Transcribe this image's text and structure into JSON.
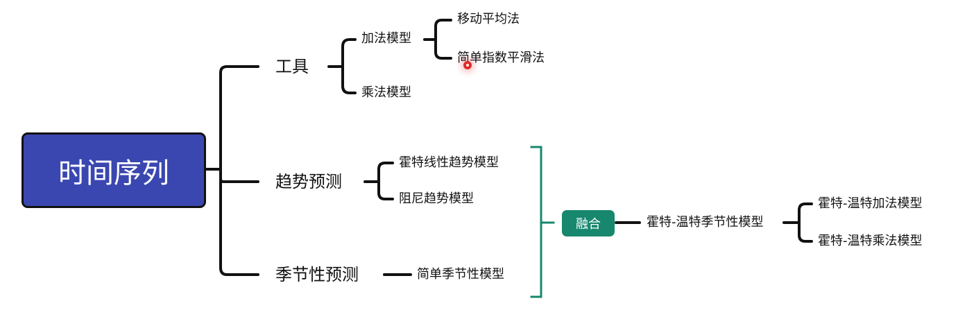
{
  "root": "时间序列",
  "branches": {
    "tools": "工具",
    "trend": "趋势预测",
    "seasonal": "季节性预测"
  },
  "tools": {
    "additive": "加法模型",
    "multiplicative": "乘法模型",
    "moving_average": "移动平均法",
    "simple_exp_smoothing": "简单指数平滑法"
  },
  "trend": {
    "holt_linear": "霍特线性趋势模型",
    "damped": "阻尼趋势模型"
  },
  "seasonal": {
    "simple_seasonal": "简单季节性模型"
  },
  "fusion": {
    "label": "融合",
    "holt_winters_seasonal": "霍特-温特季节性模型",
    "hw_additive": "霍特-温特加法模型",
    "hw_multiplicative": "霍特-温特乘法模型"
  },
  "colors": {
    "root_fill": "#3b47b0",
    "fusion_fill": "#17876e",
    "bracket": "#17876e",
    "connector": "#111111"
  }
}
